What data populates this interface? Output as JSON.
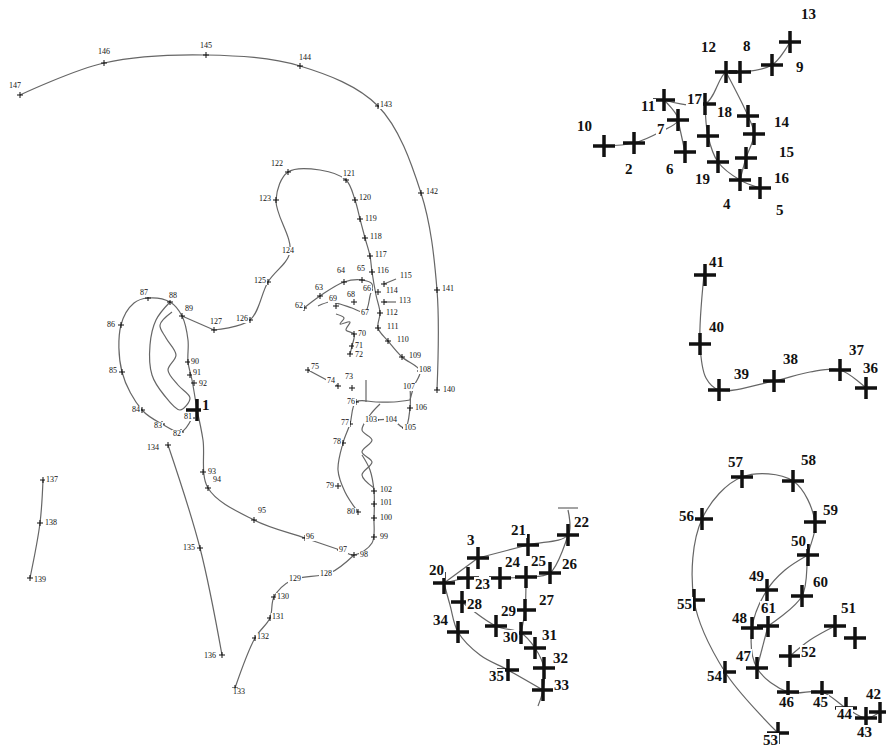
{
  "diagram": {
    "labels": [
      "1",
      "2",
      "3",
      "4",
      "5",
      "6",
      "7",
      "8",
      "9",
      "10",
      "11",
      "12",
      "13",
      "14",
      "15",
      "16",
      "17",
      "18",
      "19",
      "20",
      "21",
      "22",
      "23",
      "24",
      "25",
      "26",
      "27",
      "28",
      "29",
      "30",
      "31",
      "32",
      "33",
      "34",
      "35",
      "36",
      "37",
      "38",
      "39",
      "40",
      "41",
      "42",
      "43",
      "44",
      "45",
      "46",
      "47",
      "48",
      "49",
      "50",
      "51",
      "52",
      "53",
      "54",
      "55",
      "56",
      "57",
      "58",
      "59",
      "60",
      "61",
      "62",
      "63",
      "64",
      "65",
      "66",
      "67",
      "68",
      "69",
      "70",
      "71",
      "72",
      "73",
      "74",
      "75",
      "76",
      "77",
      "78",
      "79",
      "80",
      "81",
      "82",
      "83",
      "84",
      "85",
      "86",
      "87",
      "88",
      "89",
      "90",
      "91",
      "92",
      "93",
      "94",
      "95",
      "96",
      "97",
      "98",
      "99",
      "100",
      "101",
      "102",
      "103",
      "104",
      "105",
      "106",
      "107",
      "108",
      "109",
      "110",
      "111",
      "112",
      "113",
      "114",
      "115",
      "116",
      "117",
      "118",
      "119",
      "120",
      "121",
      "122",
      "123",
      "124",
      "125",
      "126",
      "127",
      "128",
      "129",
      "130",
      "131",
      "132",
      "133",
      "134",
      "135",
      "136",
      "137",
      "138",
      "139",
      "140",
      "141",
      "142",
      "143",
      "144",
      "145",
      "146",
      "147"
    ]
  }
}
